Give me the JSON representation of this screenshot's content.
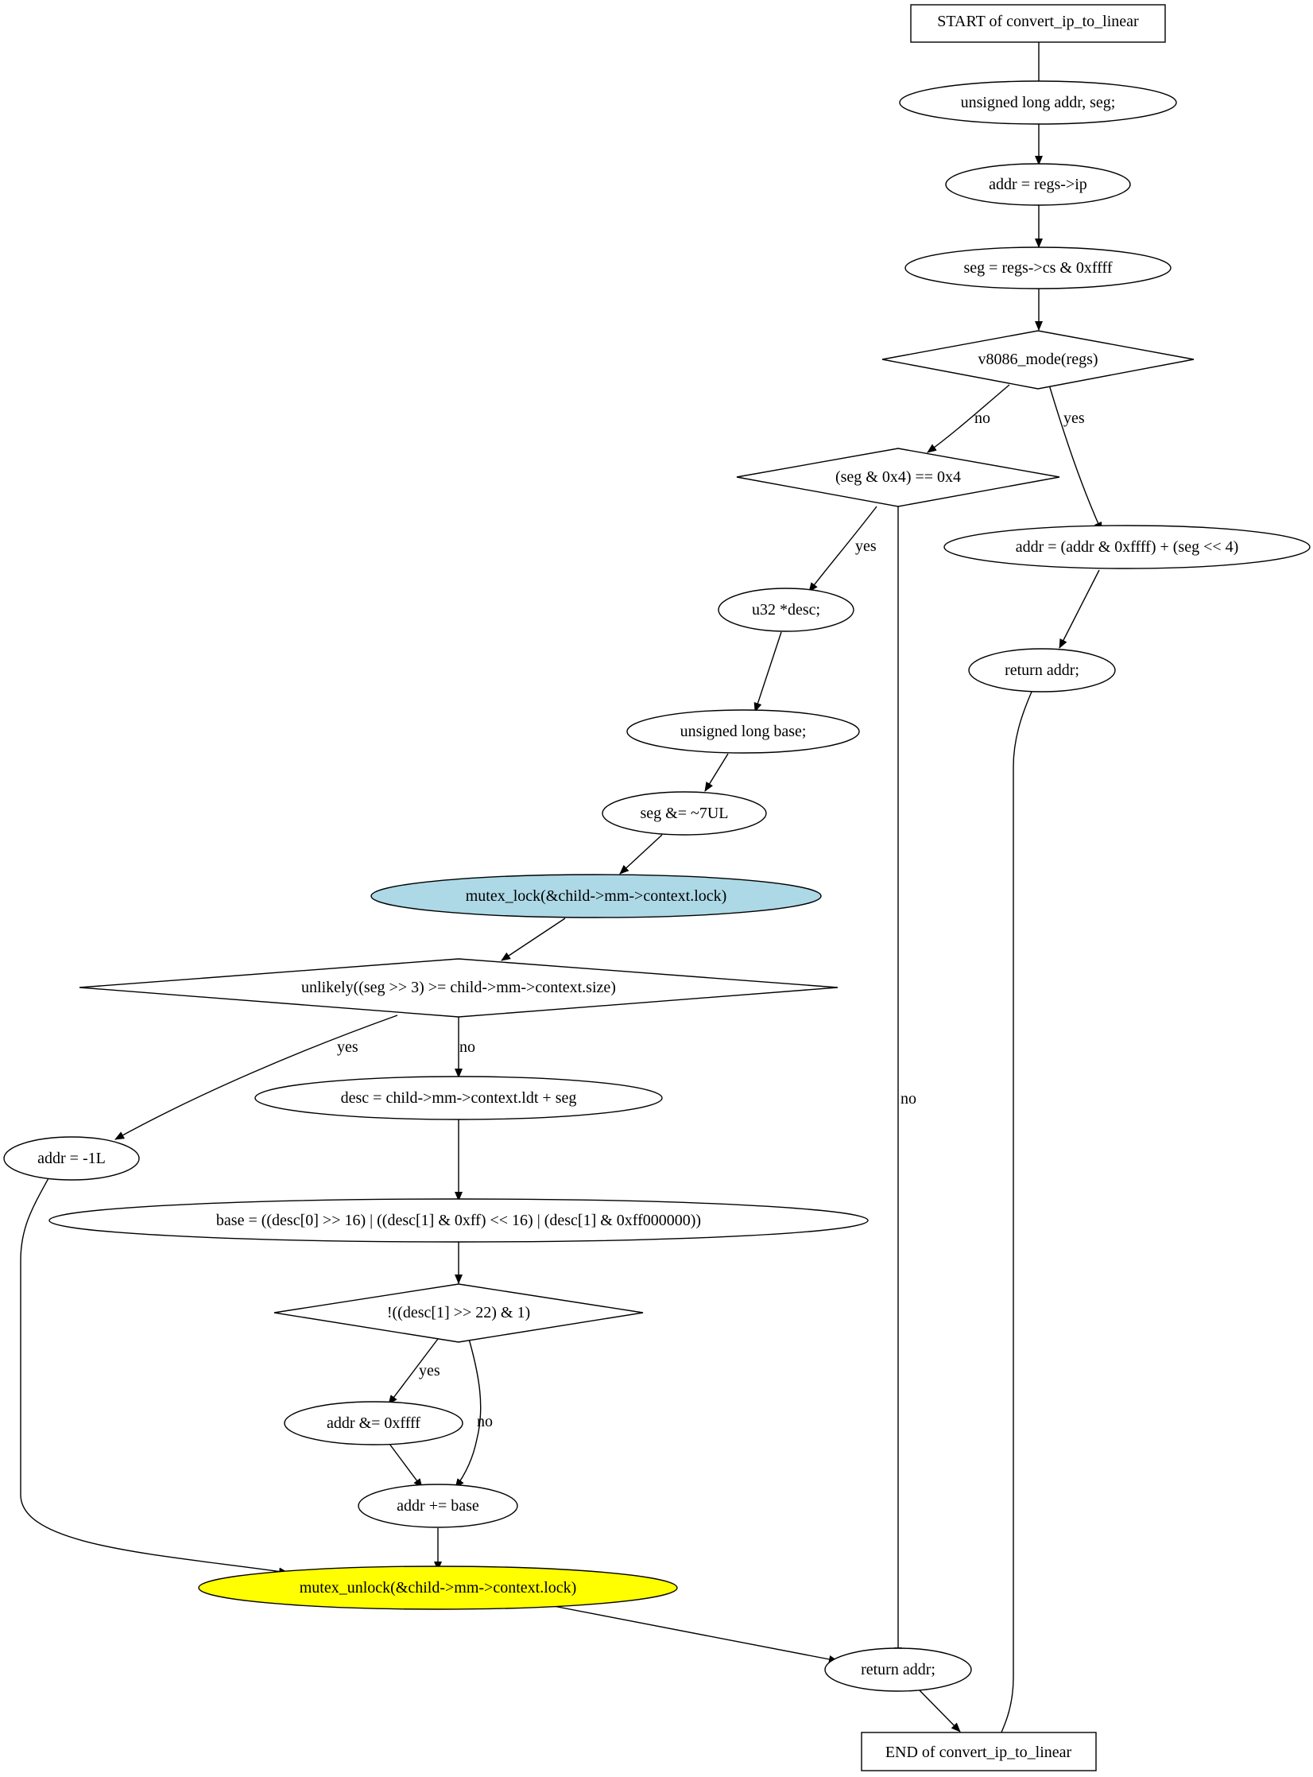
{
  "nodes": {
    "start": "START of convert_ip_to_linear",
    "decl_addr_seg": "unsigned long addr, seg;",
    "addr_ip": "addr = regs->ip",
    "seg_cs": "seg = regs->cs & 0xffff",
    "v8086": "v8086_mode(regs)",
    "seg_check": "(seg & 0x4) == 0x4",
    "addr_v86": "addr = (addr & 0xffff) + (seg << 4)",
    "return_v86": "return addr;",
    "decl_desc": "u32 *desc;",
    "decl_base": "unsigned long base;",
    "seg_mask": "seg &= ~7UL",
    "mutex_lock": "mutex_lock(&child->mm->context.lock)",
    "unlikely": "unlikely((seg >> 3) >= child->mm->context.size)",
    "addr_neg": "addr = -1L",
    "desc_assign": "desc = child->mm->context.ldt + seg",
    "base_assign": "base = ((desc[0] >> 16) | ((desc[1] & 0xff) << 16) | (desc[1] & 0xff000000))",
    "desc_check": "!((desc[1] >> 22) & 1)",
    "addr_mask": "addr &= 0xffff",
    "addr_base": "addr += base",
    "mutex_unlock": "mutex_unlock(&child->mm->context.lock)",
    "return_addr": "return addr;",
    "end": "END of convert_ip_to_linear"
  },
  "edge_labels": {
    "v8086_no": "no",
    "v8086_yes": "yes",
    "seg_check_yes": "yes",
    "seg_check_no": "no",
    "unlikely_yes": "yes",
    "unlikely_no": "no",
    "desc_check_yes": "yes",
    "desc_check_no": "no"
  },
  "colors": {
    "mutex_lock_fill": "#add8e6",
    "mutex_unlock_fill": "#ffff00",
    "default_fill": "#ffffff",
    "stroke": "#000000"
  }
}
